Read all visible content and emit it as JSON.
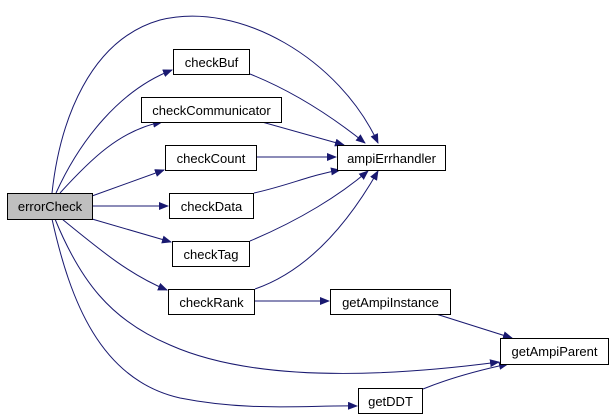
{
  "colors": {
    "edge": "#191970",
    "root_fill": "#bfbfbf"
  },
  "nodes": {
    "errorCheck": "errorCheck",
    "checkBuf": "checkBuf",
    "checkCommunicator": "checkCommunicator",
    "checkCount": "checkCount",
    "ampiErrhandler": "ampiErrhandler",
    "checkData": "checkData",
    "checkTag": "checkTag",
    "checkRank": "checkRank",
    "getAmpiInstance": "getAmpiInstance",
    "getAmpiParent": "getAmpiParent",
    "getDDT": "getDDT"
  },
  "edges": [
    [
      "errorCheck",
      "ampiErrhandler"
    ],
    [
      "errorCheck",
      "checkBuf"
    ],
    [
      "errorCheck",
      "checkCommunicator"
    ],
    [
      "errorCheck",
      "checkCount"
    ],
    [
      "errorCheck",
      "checkData"
    ],
    [
      "errorCheck",
      "checkTag"
    ],
    [
      "errorCheck",
      "checkRank"
    ],
    [
      "errorCheck",
      "getAmpiParent"
    ],
    [
      "errorCheck",
      "getDDT"
    ],
    [
      "checkBuf",
      "ampiErrhandler"
    ],
    [
      "checkCommunicator",
      "ampiErrhandler"
    ],
    [
      "checkCount",
      "ampiErrhandler"
    ],
    [
      "checkData",
      "ampiErrhandler"
    ],
    [
      "checkTag",
      "ampiErrhandler"
    ],
    [
      "checkRank",
      "ampiErrhandler"
    ],
    [
      "checkRank",
      "getAmpiInstance"
    ],
    [
      "getAmpiInstance",
      "getAmpiParent"
    ],
    [
      "getDDT",
      "getAmpiParent"
    ]
  ]
}
